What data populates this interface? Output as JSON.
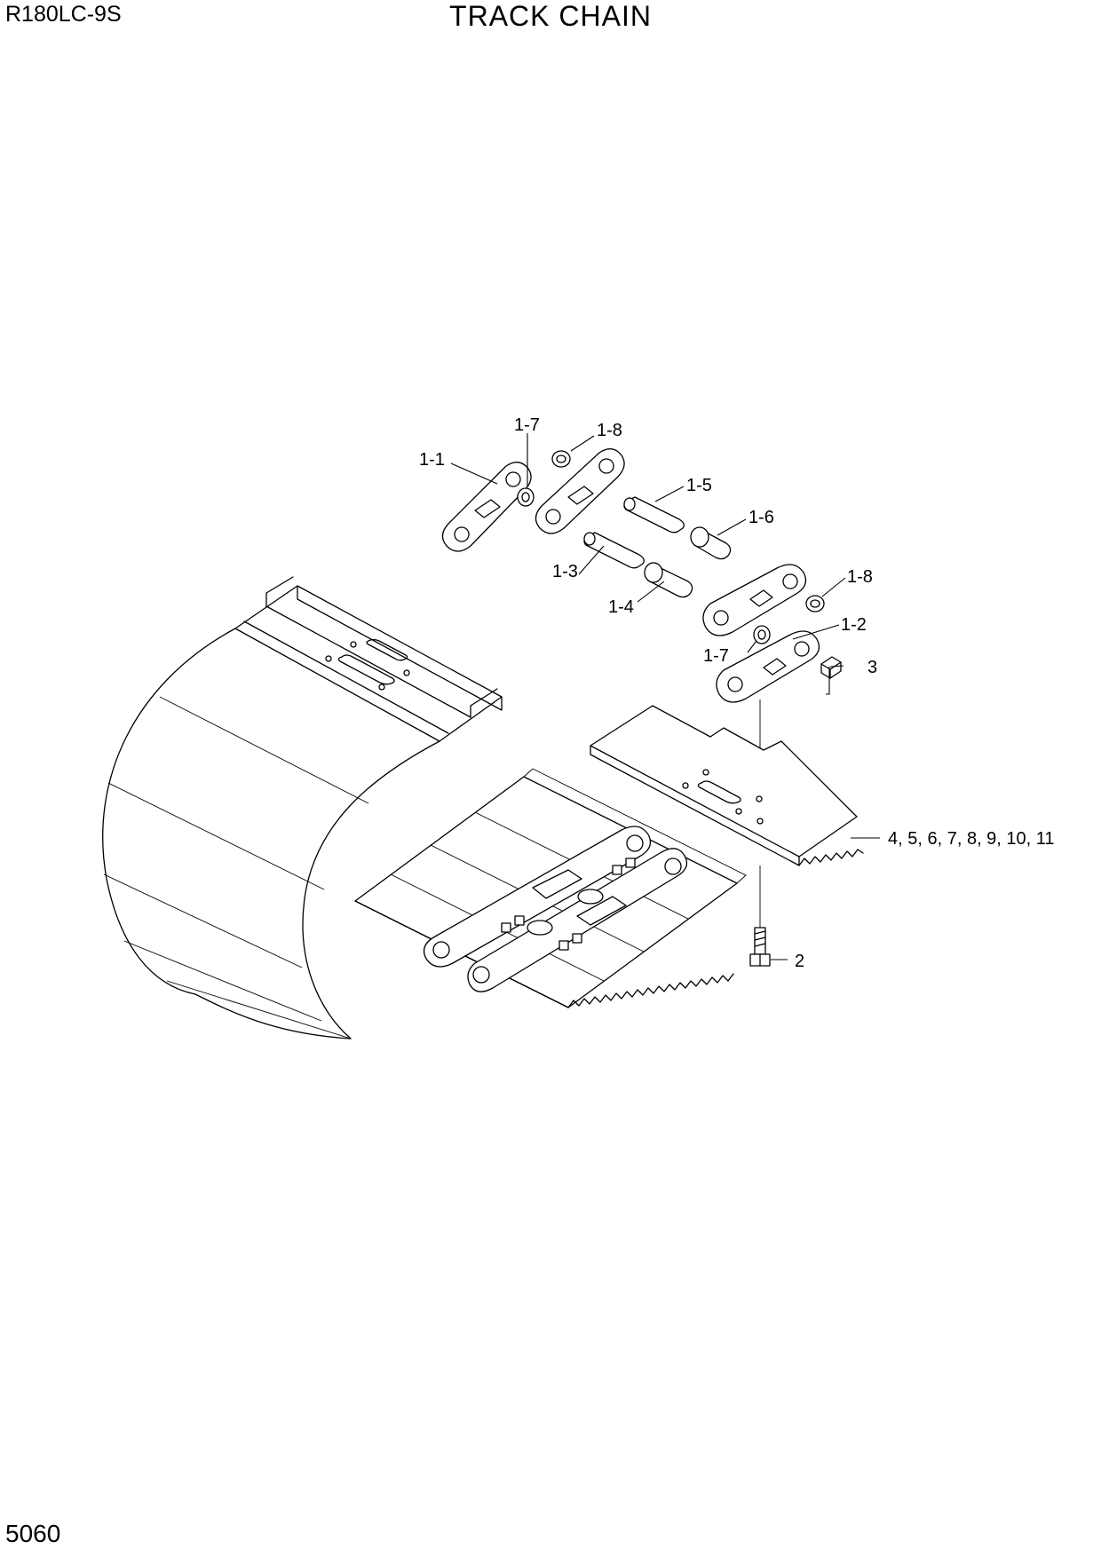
{
  "header": {
    "model": "R180LC-9S",
    "title": "TRACK CHAIN"
  },
  "footer": {
    "page_number": "5060"
  },
  "callouts": {
    "c1_1": "1-1",
    "c1_7_top": "1-7",
    "c1_8_top": "1-8",
    "c1_5": "1-5",
    "c1_6": "1-6",
    "c1_3": "1-3",
    "c1_4": "1-4",
    "c1_8_right": "1-8",
    "c1_2": "1-2",
    "c1_7_bottom": "1-7",
    "c3": "3",
    "c4_11": "4, 5, 6, 7, 8, 9, 10, 11",
    "c2": "2"
  }
}
